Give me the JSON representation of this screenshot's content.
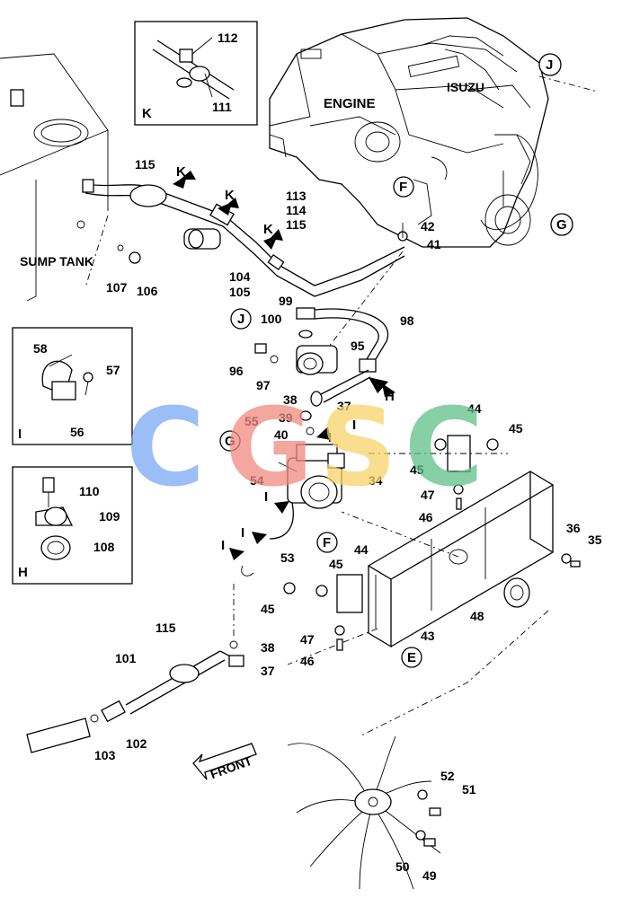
{
  "labels": {
    "engine": "ENGINE",
    "sump_tank": "SUMP TANK",
    "front": "FRONT",
    "engine_brand": "ISUZU"
  },
  "detail_views": {
    "K": {
      "letter": "K",
      "parts": [
        "112",
        "111"
      ]
    },
    "I": {
      "letter": "I",
      "parts": [
        "58",
        "57",
        "56"
      ]
    },
    "H": {
      "letter": "H",
      "parts": [
        "110",
        "109",
        "108"
      ]
    }
  },
  "view_markers": {
    "J": "J",
    "G": "G",
    "F": "F",
    "E": "E",
    "H": "H",
    "I": "I",
    "K": "K"
  },
  "part_numbers": {
    "p115a": "115",
    "p113": "113",
    "p114": "114",
    "p115b": "115",
    "p42": "42",
    "p41": "41",
    "p107": "107",
    "p106": "106",
    "p104": "104",
    "p105": "105",
    "p99": "99",
    "p100": "100",
    "p98": "98",
    "p95": "95",
    "p96": "96",
    "p97": "97",
    "p38a": "38",
    "p39": "39",
    "p37a": "37",
    "p40": "40",
    "p55": "55",
    "p54": "54",
    "p34": "34",
    "p53": "53",
    "p44a": "44",
    "p45a": "45",
    "p45b": "45",
    "p47a": "47",
    "p46a": "46",
    "p36": "36",
    "p35": "35",
    "p44b": "44",
    "p45c": "45",
    "p45d": "45",
    "p47b": "47",
    "p46b": "46",
    "p43": "43",
    "p48": "48",
    "p115c": "115",
    "p101": "101",
    "p38b": "38",
    "p37b": "37",
    "p102": "102",
    "p103": "103",
    "p52": "52",
    "p51": "51",
    "p50": "50",
    "p49": "49"
  },
  "watermark": {
    "letters": [
      "C",
      "G",
      "S",
      "C"
    ],
    "colors": [
      "#7aa9f5",
      "#f08a80",
      "#f7d46a",
      "#5fbf86"
    ]
  }
}
